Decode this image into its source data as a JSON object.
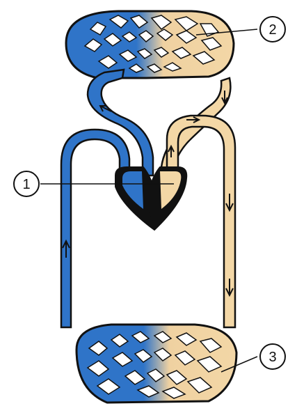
{
  "diagram": {
    "callouts": [
      {
        "id": "1",
        "label": "1"
      },
      {
        "id": "2",
        "label": "2"
      },
      {
        "id": "3",
        "label": "3"
      }
    ],
    "colors": {
      "deoxygenated": "#2f74c8",
      "oxygenated": "#f3d7a6",
      "outline": "#111111",
      "heart_chambers": "#111111"
    }
  }
}
